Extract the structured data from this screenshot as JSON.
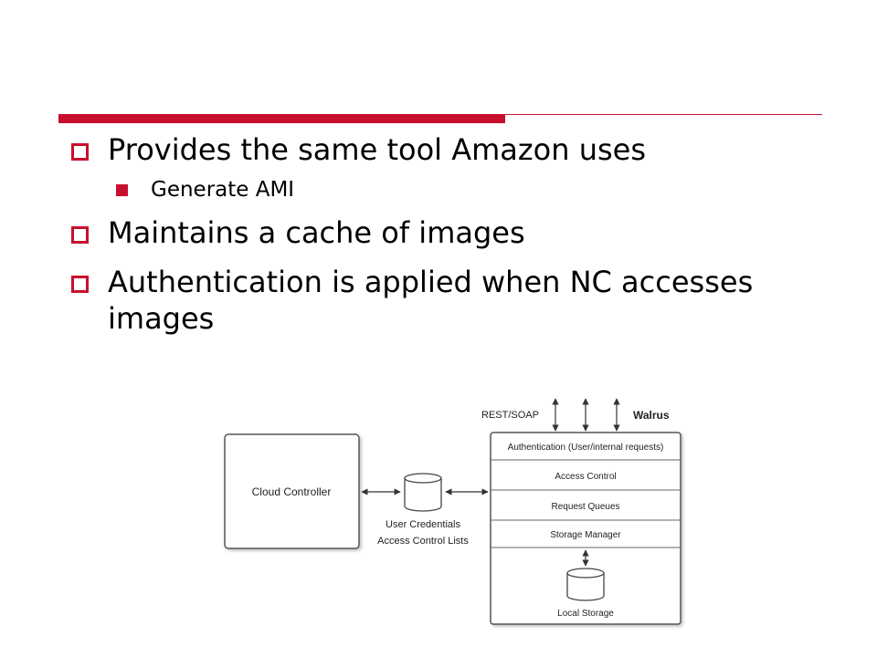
{
  "slide": {
    "bullets": [
      {
        "text": "Provides the same tool Amazon uses",
        "sub": [
          "Generate AMI"
        ]
      },
      {
        "text": "Maintains a cache of images"
      },
      {
        "text": "Authentication is applied when NC accesses images"
      }
    ]
  },
  "diagram": {
    "cloud_controller": "Cloud Controller",
    "rest_soap": "REST/SOAP",
    "walrus": "Walrus",
    "layers": [
      "Authentication (User/internal requests)",
      "Access Control",
      "Request Queues",
      "Storage Manager"
    ],
    "credentials_line1": "User Credentials",
    "credentials_line2": "Access Control Lists",
    "local_storage": "Local Storage"
  },
  "colors": {
    "accent": "#c8102e"
  }
}
